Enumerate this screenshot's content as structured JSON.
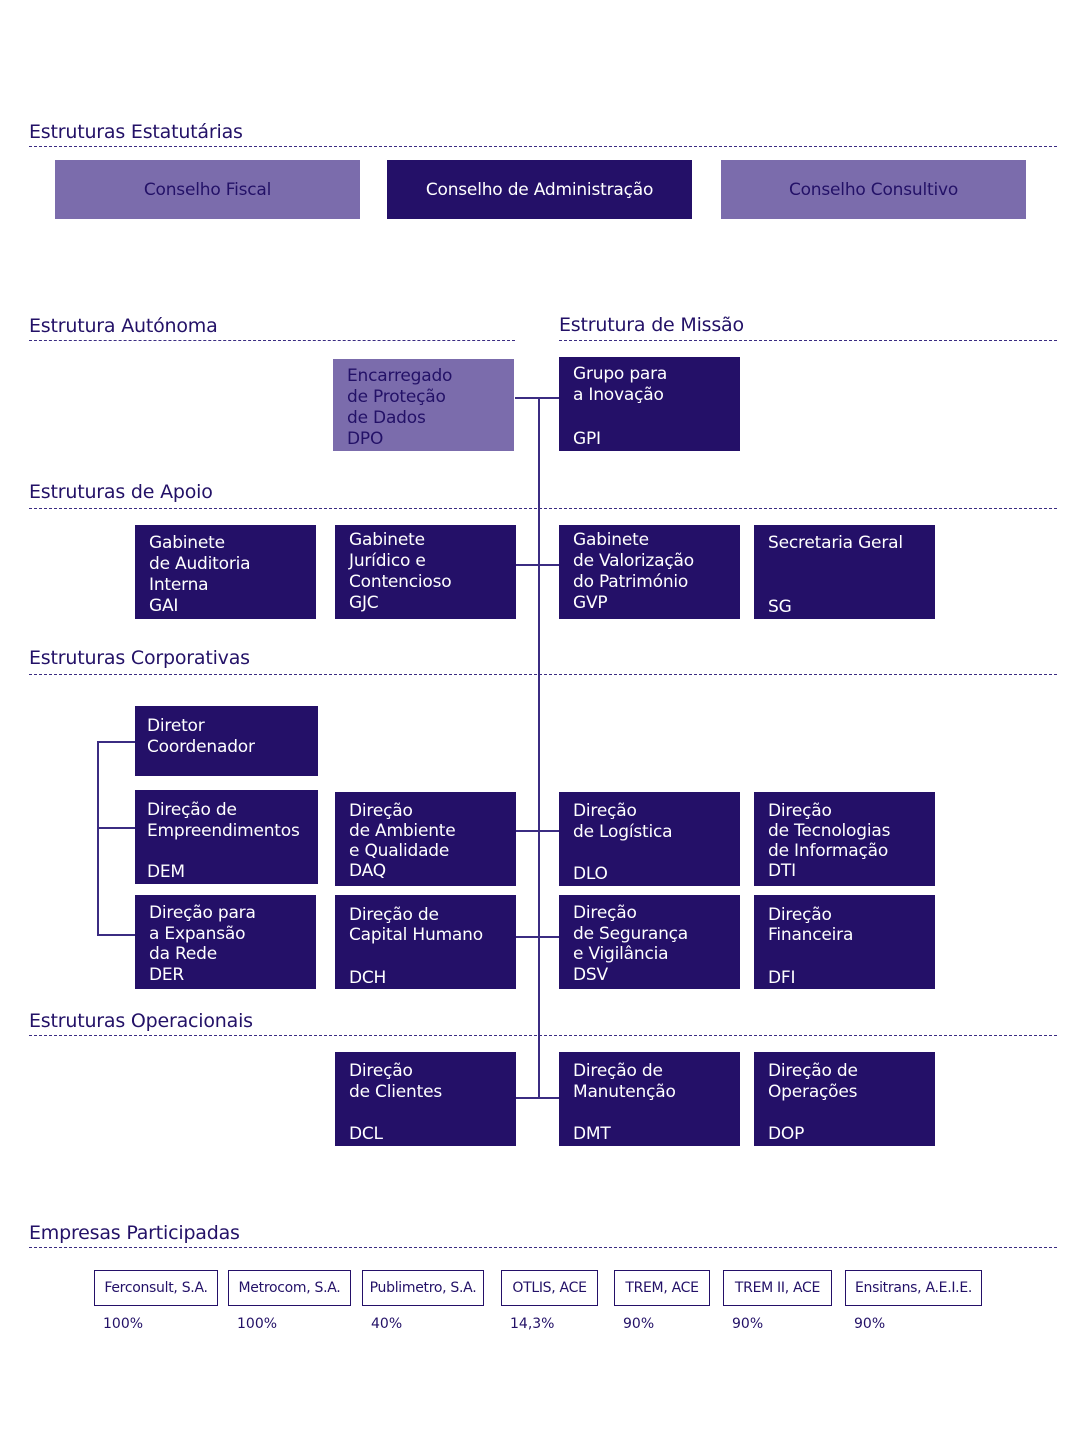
{
  "sections": {
    "estatutarias": "Estruturas Estatutárias",
    "autonoma": "Estrutura Autónoma",
    "missao": "Estrutura de Missão",
    "apoio": "Estruturas de Apoio",
    "corporativas": "Estruturas Corporativas",
    "operacionais": "Estruturas Operacionais",
    "participadas": "Empresas Participadas"
  },
  "statutory": {
    "fiscal": "Conselho Fiscal",
    "administracao": "Conselho de Administração",
    "consultivo": "Conselho Consultivo"
  },
  "units": {
    "dpo": {
      "name": "Encarregado\nde Proteção\nde Dados\nDPO",
      "code": ""
    },
    "gpi": {
      "name": "Grupo para\na Inovação",
      "code": "GPI"
    },
    "gai": {
      "name": "Gabinete\nde Auditoria\nInterna\nGAI",
      "code": ""
    },
    "gjc": {
      "name": "Gabinete\nJurídico e\nContencioso\nGJC",
      "code": ""
    },
    "gvp": {
      "name": "Gabinete\nde Valorização\ndo Património\nGVP",
      "code": ""
    },
    "sg": {
      "name": "Secretaria Geral",
      "code": "SG"
    },
    "dc": {
      "name": "Diretor\nCoordenador",
      "code": ""
    },
    "dem": {
      "name": "Direção de\nEmpreendimentos",
      "code": "DEM"
    },
    "daq": {
      "name": "Direção\nde Ambiente\ne Qualidade\nDAQ",
      "code": ""
    },
    "dlo": {
      "name": "Direção\nde Logística",
      "code": "DLO"
    },
    "dti": {
      "name": "Direção\nde Tecnologias\nde Informação\nDTI",
      "code": ""
    },
    "der": {
      "name": "Direção para\na Expansão\nda Rede\nDER",
      "code": ""
    },
    "dch": {
      "name": "Direção de\nCapital Humano",
      "code": "DCH"
    },
    "dsv": {
      "name": "Direção\nde Segurança\ne Vigilância\nDSV",
      "code": ""
    },
    "dfi": {
      "name": "Direção\nFinanceira",
      "code": "DFI"
    },
    "dcl": {
      "name": "Direção\nde Clientes",
      "code": "DCL"
    },
    "dmt": {
      "name": "Direção de\nManutenção",
      "code": "DMT"
    },
    "dop": {
      "name": "Direção de\nOperações",
      "code": "DOP"
    }
  },
  "companies": [
    {
      "name": "Ferconsult, S.A.",
      "share": "100%"
    },
    {
      "name": "Metrocom, S.A.",
      "share": "100%"
    },
    {
      "name": "Publimetro, S.A.",
      "share": "40%"
    },
    {
      "name": "OTLIS, ACE",
      "share": "14,3%"
    },
    {
      "name": "TREM, ACE",
      "share": "90%"
    },
    {
      "name": "TREM II, ACE",
      "share": "90%"
    },
    {
      "name": "Ensitrans, A.E.I.E.",
      "share": "90%"
    }
  ],
  "colors": {
    "dark": "#241068",
    "light": "#7b6cac",
    "text": "#231167"
  }
}
